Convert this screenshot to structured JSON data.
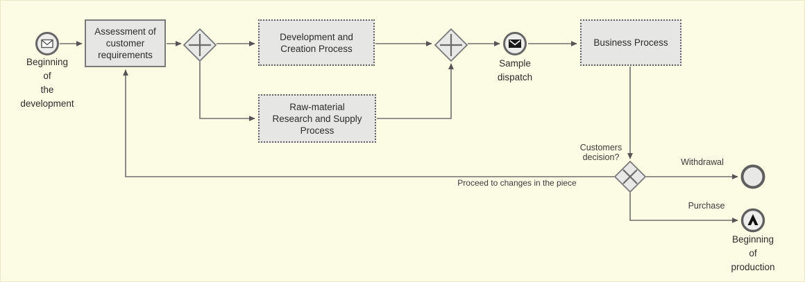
{
  "diagram": {
    "type": "bpmn-flowchart",
    "colors": {
      "background": "#fcfbe3",
      "node_fill": "#e6e6e4",
      "node_border": "#7a7a7a",
      "line": "#6e6e6e",
      "text": "#2b2b2b",
      "icon_dark": "#1a1a1a"
    },
    "nodes": {
      "start_event": {
        "label": "Beginning\nof\nthe\ndevelopment",
        "icon": "envelope-outline-icon",
        "shape": "circle"
      },
      "assessment_task": {
        "label": "Assessment of\ncustomer\nrequirements",
        "shape": "rectangle-solid"
      },
      "gateway_split": {
        "shape": "diamond",
        "icon": "plus-icon"
      },
      "development_process": {
        "label": "Development and\nCreation Process",
        "shape": "rectangle-dotted"
      },
      "raw_material_process": {
        "label": "Raw-material\nResearch and Supply\nProcess",
        "shape": "rectangle-dotted"
      },
      "gateway_join": {
        "shape": "diamond",
        "icon": "plus-icon"
      },
      "sample_dispatch_event": {
        "label": "Sample\ndispatch",
        "icon": "envelope-filled-icon",
        "shape": "circle"
      },
      "business_process": {
        "label": "Business Process",
        "shape": "rectangle-dotted"
      },
      "decision_gateway": {
        "label": "Customers\ndecision?",
        "shape": "diamond",
        "icon": "x-icon"
      },
      "withdrawal_end_event": {
        "shape": "circle-thick"
      },
      "production_start_event": {
        "label": "Beginning\nof\nproduction",
        "icon": "chevron-up-icon",
        "shape": "circle"
      }
    },
    "edges": {
      "withdrawal": {
        "label": "Withdrawal"
      },
      "purchase": {
        "label": "Purchase"
      },
      "feedback": {
        "label": "Proceed to changes in the piece"
      }
    }
  }
}
